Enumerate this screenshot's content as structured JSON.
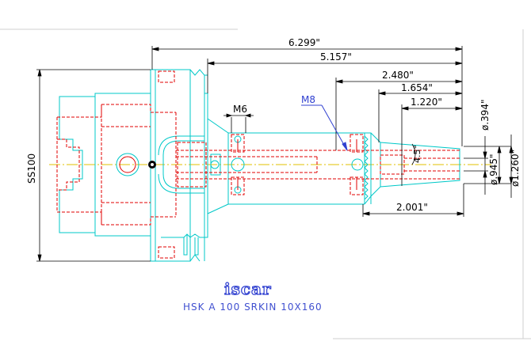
{
  "drawing": {
    "overall_length": "6.299\"",
    "length_from_flange": "5.157\"",
    "length_front_section": "2.480\"",
    "length_middle": "1.654\"",
    "length_tip": "1.220\"",
    "length_taper": "2.001\"",
    "thread_m6": "M6",
    "thread_m8": "M8",
    "shank_ss100": "SS100",
    "dia_tip": "ø.394\"",
    "dia_mid": "ø.945\"",
    "dia_shank": "ø1.260\"",
    "angle": "4.5°"
  },
  "footer": {
    "logo_text": "iscar",
    "part_number": "HSK A 100 SRKIN 10X160"
  },
  "colors": {
    "body_outline": "#00c8c8",
    "hidden_red": "#e00000",
    "dimension": "#000000",
    "centerline": "#e0c000",
    "m8_label": "#3040d0",
    "caption": "#4050d0"
  }
}
